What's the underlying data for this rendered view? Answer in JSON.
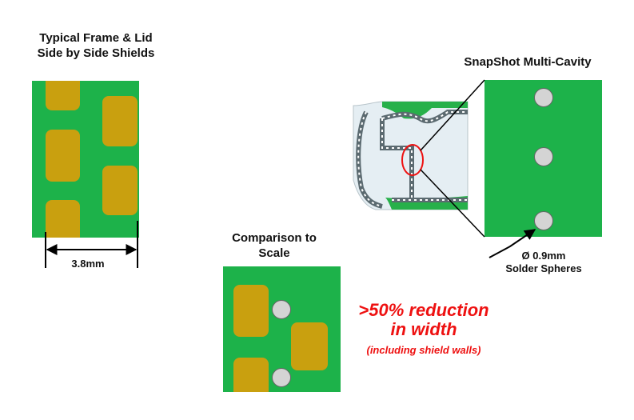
{
  "left_title_line1": "Typical Frame & Lid",
  "left_title_line2": "Side by Side Shields",
  "left_dimension": "3.8mm",
  "right_title": "SnapShot Multi-Cavity",
  "sphere_label_line1": "Ø 0.9mm",
  "sphere_label_line2": "Solder Spheres",
  "comparison_title_line1": "Comparison to",
  "comparison_title_line2": "Scale",
  "reduction_line1": ">50% reduction",
  "reduction_line2": "in width",
  "reduction_note": "(including shield walls)",
  "colors": {
    "pcb_green": "#1db24a",
    "pad_gold": "#c9a00f",
    "sphere_gray": "#d4d4d4",
    "highlight_red": "#ee1111"
  }
}
